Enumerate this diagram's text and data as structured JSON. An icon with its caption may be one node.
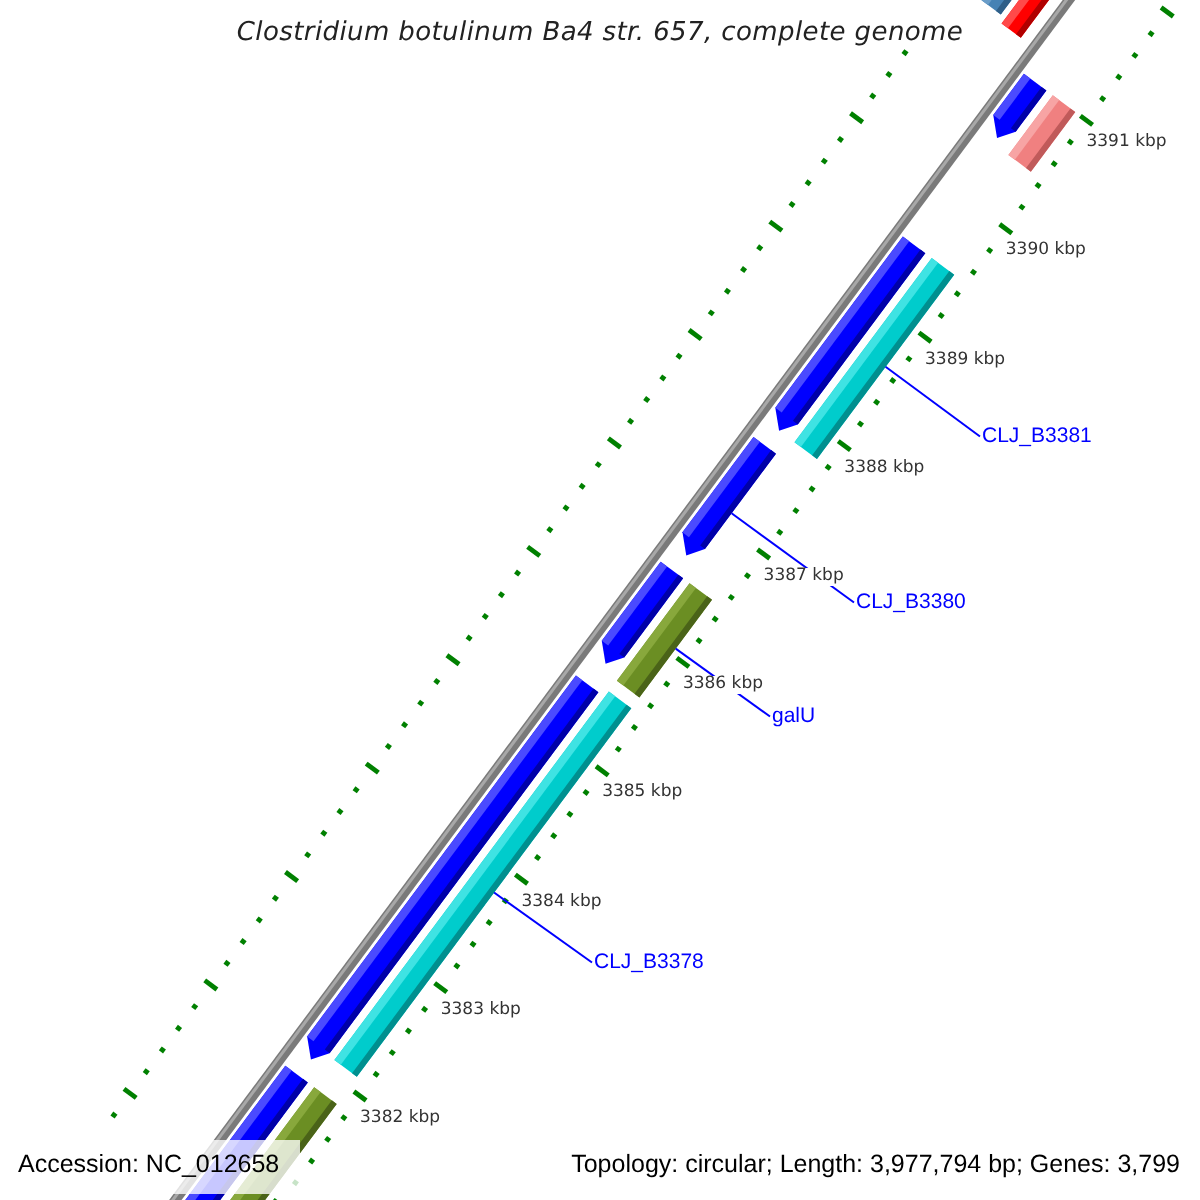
{
  "diagram": {
    "title": "Clostridium botulinum Ba4 str. 657, complete genome",
    "nodes": [
      {
        "text": [
          "CLJ_B3381"
        ]
      },
      {
        "text": [],
        "shape": "bar"
      },
      {
        "text": [
          "CLJ_B3380"
        ]
      },
      {
        "text": [],
        "shape": "bar"
      },
      {
        "text": [
          "galU"
        ]
      },
      {
        "text": [],
        "shape": "bar"
      },
      {
        "text": [
          "CLJ_B3378"
        ]
      },
      {
        "text": [],
        "shape": "bar"
      }
    ],
    "edges": [
      {
        "from": 0,
        "to": 1,
        "arrow": "none"
      },
      {
        "from": 2,
        "to": 3,
        "arrow": "none"
      },
      {
        "from": 4,
        "to": 5,
        "arrow": "none"
      },
      {
        "from": 6,
        "to": 7,
        "arrow": "none"
      }
    ],
    "labels": [
      "3391 kbp",
      "3390 kbp",
      "3389 kbp",
      "3388 kbp",
      "3387 kbp",
      "3386 kbp",
      "3385 kbp",
      "3384 kbp",
      "3383 kbp",
      "3382 kbp",
      "Accession: NC_012658",
      "Topology: circular; Length: 3,977,794 bp; Genes: 3,799"
    ]
  }
}
